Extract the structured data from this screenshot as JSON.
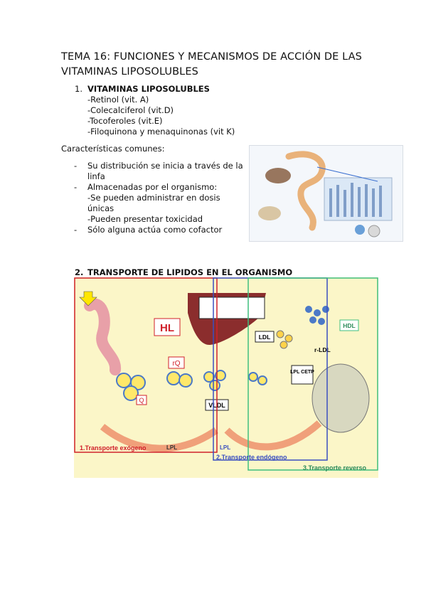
{
  "title": "TEMA 16: FUNCIONES Y MECANISMOS DE ACCIÓN DE LAS VITAMINAS LIPOSOLUBLES",
  "section1": {
    "number": "1.",
    "heading": "VITAMINAS LIPOSOLUBLES",
    "items": [
      "-Retinol (vit. A)",
      "-Colecalciferol (vit.D)",
      "-Tocoferoles (vit.E)",
      "-Filoquinona y menaquinonas (vit K)"
    ]
  },
  "caracteristicas": {
    "heading": "Características comunes:",
    "bullets": [
      {
        "dash": "-",
        "text": "Su distribución se inicia a través de la linfa"
      },
      {
        "dash": "-",
        "text": "Almacenadas por el organismo:"
      },
      {
        "dash": "",
        "text": "-Se pueden administrar en dosis únicas"
      },
      {
        "dash": "",
        "text": "-Pueden presentar toxicidad"
      },
      {
        "dash": "-",
        "text": "Sólo alguna actúa como cofactor"
      }
    ]
  },
  "section2": {
    "number": "2.",
    "heading": "TRANSPORTE DE LIPIDOS EN EL ORGANISMO"
  },
  "diagram": {
    "label_hl": "HL",
    "label_rq": "rQ",
    "label_q": "Q",
    "label_vldl": "VLDL",
    "label_lpl1": "LPL",
    "label_lpl2": "LPL",
    "label_ldl": "LDL",
    "label_rldl2": "r-LDL",
    "label_lpl_cetp": "LPL CETP",
    "label_hdl": "HDL",
    "panel1": "1.Transporte exógeno",
    "panel2": "2.Transporte endógeno",
    "panel3": "3.Transporte reverso"
  },
  "colors": {
    "exogenous_border": "#d0202a",
    "endogenous_border": "#3a4fc0",
    "reverse_border": "#3fbf7f",
    "diagram_bg": "#fbf6c8",
    "liver": "#8b2d2d"
  }
}
